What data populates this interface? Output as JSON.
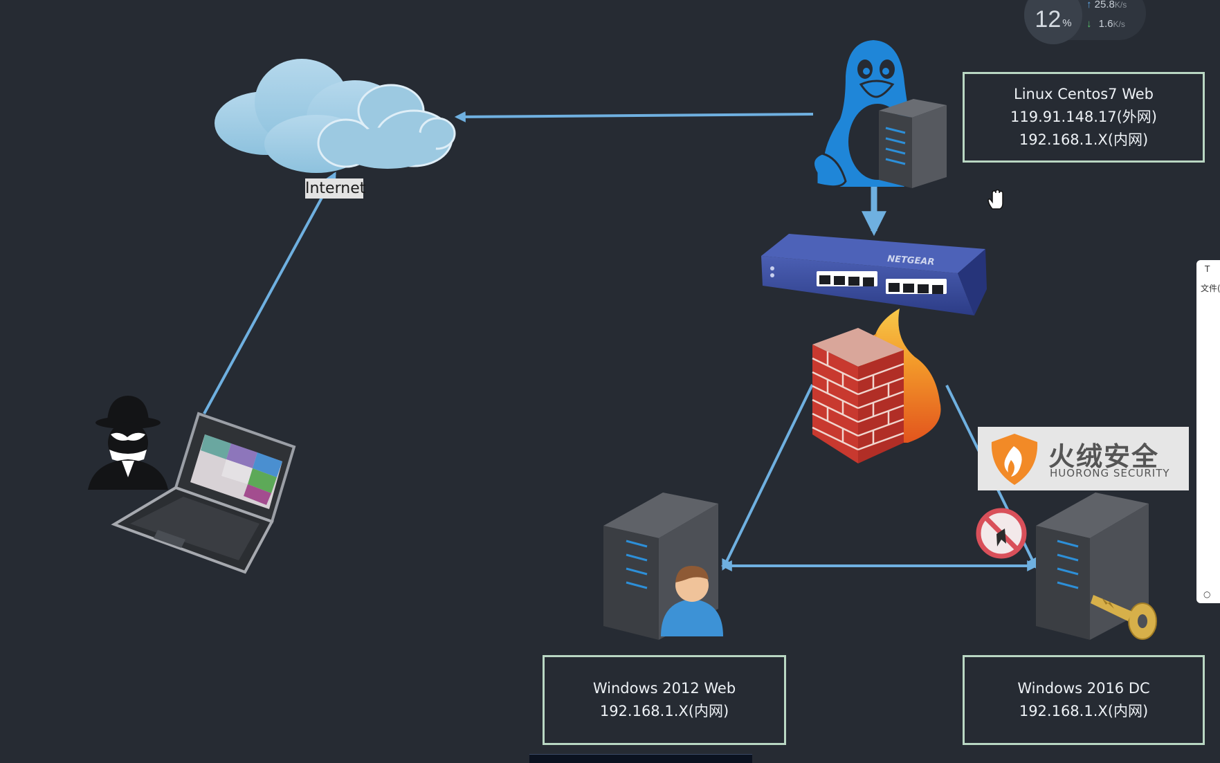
{
  "system_monitor": {
    "cpu_value": "12",
    "cpu_unit": "%",
    "upload": "25.8",
    "download": "1.6",
    "speed_unit": "K/s"
  },
  "diagram": {
    "internet_label": "Internet",
    "nodes": {
      "linux_web": {
        "name": "Linux Centos7 Web",
        "ip_external": "119.91.148.17(外网)",
        "ip_internal": "192.168.1.X(内网)"
      },
      "win2012_web": {
        "name": "Windows 2012 Web",
        "ip_internal": "192.168.1.X(内网)"
      },
      "win2016_dc": {
        "name": "Windows 2016 DC",
        "ip_internal": "192.168.1.X(内网)"
      }
    },
    "switch_brand": "NETGEAR",
    "watermark": {
      "cn": "火绒安全",
      "en": "HUORONG SECURITY"
    },
    "connections": [
      {
        "from": "attacker-laptop",
        "to": "internet-cloud"
      },
      {
        "from": "linux-server",
        "to": "internet-cloud"
      },
      {
        "from": "linux-server",
        "to": "network-switch"
      },
      {
        "from": "firewall",
        "to": "windows-2012-web-server"
      },
      {
        "from": "firewall",
        "to": "windows-2016-dc-server",
        "blocked": true
      },
      {
        "from": "windows-2012-web-server",
        "to": "windows-2016-dc-server",
        "bidirectional": true
      }
    ],
    "colors": {
      "background": "#262b33",
      "arrow": "#6fb0e0",
      "box_border": "#b9d7c3",
      "tux_blue": "#1f86d8"
    }
  },
  "side_panel": {
    "top_glyph": "T",
    "text": "文件(",
    "bottom_glyph": "○"
  }
}
